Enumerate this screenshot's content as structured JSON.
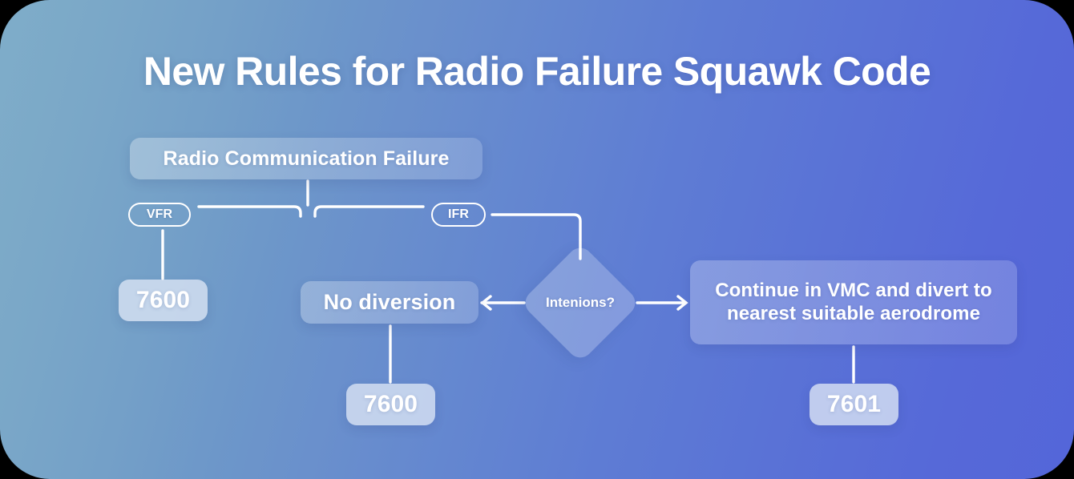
{
  "title": "New Rules for Radio Failure Squawk Code",
  "colors": {
    "background_start": "#7fadc9",
    "background_end": "#5466d9",
    "node_fill": "rgba(255,255,255,0.24)",
    "code_chip_fill": "#d9e4f4",
    "connector": "#ffffff",
    "text": "#ffffff"
  },
  "flowchart": {
    "type": "decision-flow",
    "root": {
      "label": "Radio Communication Failure"
    },
    "branches": [
      {
        "label": "VFR"
      },
      {
        "label": "IFR"
      }
    ],
    "decision": {
      "label": "Intenions?"
    },
    "outcomes": [
      {
        "label": "No diversion"
      },
      {
        "label": "Continue in VMC and divert to nearest suitable aerodrome"
      }
    ],
    "codes": {
      "vfr": "7600",
      "no_diversion": "7600",
      "divert": "7601"
    }
  }
}
